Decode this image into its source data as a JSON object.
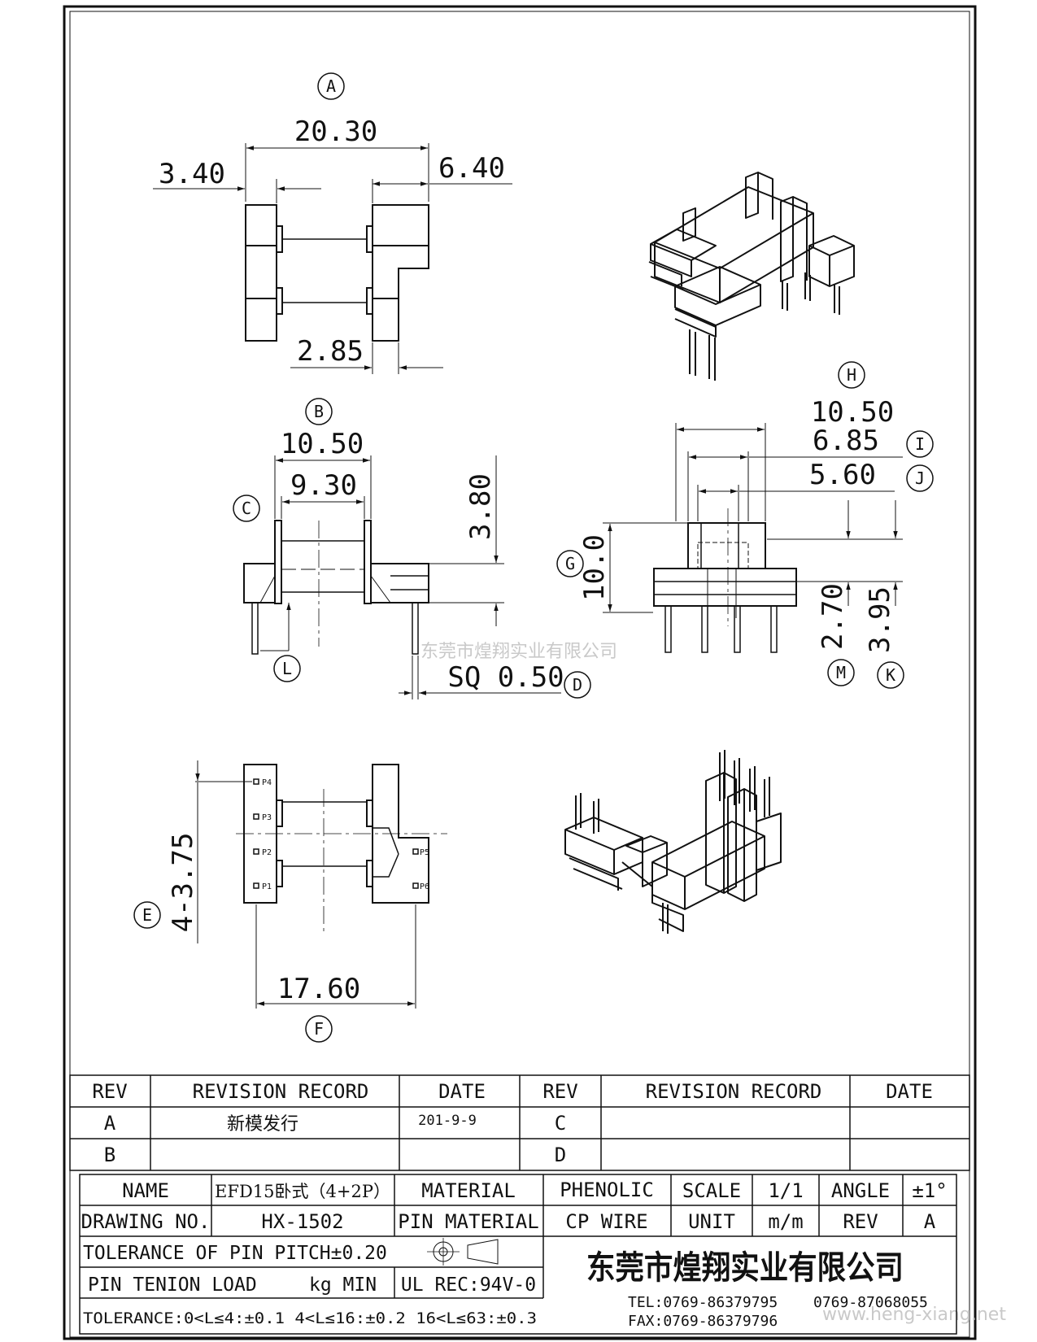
{
  "dimensions": {
    "a_total": "20.30",
    "a_left": "3.40",
    "a_right": "6.40",
    "a_bottom": "2.85",
    "b_outer": "10.50",
    "b_inner": "9.30",
    "b_height": "3.80",
    "d_pin": "SQ 0.50",
    "h_outer": "10.50",
    "i_mid": "6.85",
    "j_inner": "5.60",
    "g_height": "10.0",
    "m_height": "2.70",
    "k_height": "3.95",
    "e_pitch": "4-3.75",
    "f_span": "17.60"
  },
  "markers": [
    "A",
    "B",
    "C",
    "D",
    "E",
    "F",
    "G",
    "H",
    "I",
    "J",
    "K",
    "L",
    "M"
  ],
  "pins": [
    "P1",
    "P2",
    "P3",
    "P4",
    "P5",
    "P6"
  ],
  "watermark_center": "东莞市煌翔实业有限公司",
  "watermark_corner": "www.heng-xiang.net",
  "revision_table": {
    "headers": [
      "REV",
      "REVISION RECORD",
      "DATE",
      "REV",
      "REVISION RECORD",
      "DATE"
    ],
    "row_a": {
      "rev": "A",
      "record": "新模发行",
      "date": "201-9-9",
      "rev2": "C",
      "record2": "",
      "date2": ""
    },
    "row_b": {
      "rev": "B",
      "record": "",
      "date": "",
      "rev2": "D",
      "record2": "",
      "date2": ""
    }
  },
  "title_block": {
    "name_label": "NAME",
    "name_value": "EFD15卧式（4+2P）",
    "material_label": "MATERIAL",
    "material_value": "PHENOLIC",
    "scale_label": "SCALE",
    "scale_value": "1/1",
    "angle_label": "ANGLE",
    "angle_value": "±1°",
    "drawing_no_label": "DRAWING NO.",
    "drawing_no_value": "HX-1502",
    "pin_material_label": "PIN MATERIAL",
    "pin_material_value": "CP WIRE",
    "unit_label": "UNIT",
    "unit_value": "m/m",
    "rev_label": "REV",
    "rev_value": "A",
    "pitch_tolerance": "TOLERANCE OF PIN PITCH±0.20",
    "pin_load": "PIN TENION LOAD",
    "pin_load_unit": "kg MIN",
    "ul": "UL REC:94V-0",
    "tolerance": "TOLERANCE:0<L≤4:±0.1  4<L≤16:±0.2  16<L≤63:±0.3",
    "company": "东莞市煌翔实业有限公司",
    "tel": "TEL:0769-86379795",
    "tel2": "0769-87068055",
    "fax": "FAX:0769-86379796"
  }
}
